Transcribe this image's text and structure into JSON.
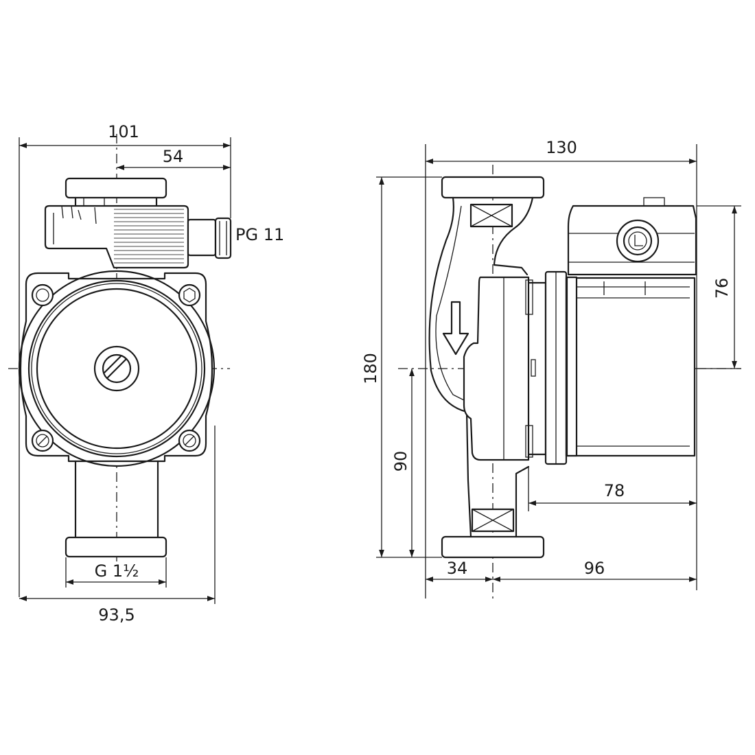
{
  "front_view": {
    "dim_overall_width": "101",
    "dim_axis_to_connector": "54",
    "cable_gland_label": "PG 11",
    "thread_label": "G 1½",
    "dim_base_width": "93,5"
  },
  "side_view": {
    "dim_overall_length": "130",
    "dim_overall_height": "180",
    "dim_axis_to_box_top": "76",
    "dim_axis_to_bottom": "90",
    "dim_motor_length": "78",
    "dim_pipe_axis_offset": "34",
    "dim_axis_to_motor_end": "96"
  },
  "colors": {
    "line": "#1a1a1a",
    "background": "#ffffff"
  }
}
